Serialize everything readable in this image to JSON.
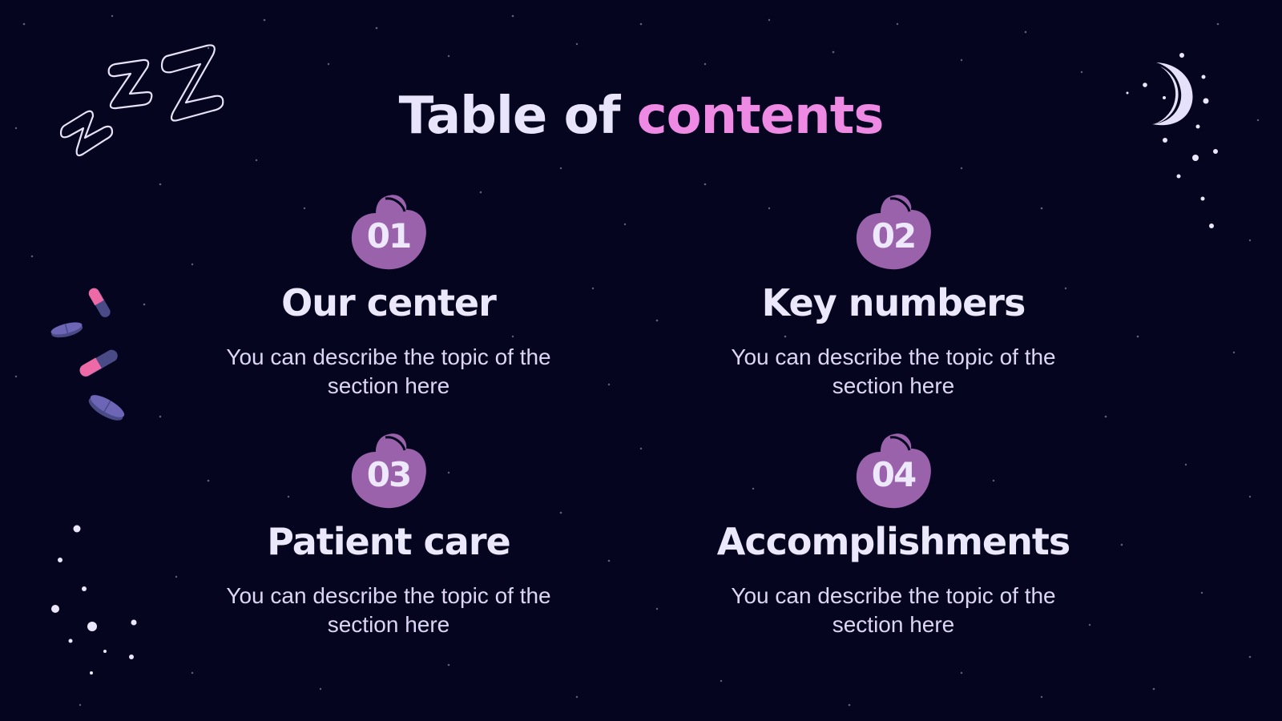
{
  "slide": {
    "title_main": "Table of",
    "title_accent": "contents",
    "colors": {
      "background": "#05051f",
      "text": "#e8e4fb",
      "accent": "#ee8ae4",
      "badge": "#9a62ab",
      "pill_pink": "#ee6aa7",
      "pill_purple": "#6d66b6"
    },
    "items": [
      {
        "number": "01",
        "title": "Our center",
        "description_line1": "You can describe the topic of the",
        "description_line2": "section here"
      },
      {
        "number": "02",
        "title": "Key numbers",
        "description_line1": "You can describe the topic of the",
        "description_line2": "section here"
      },
      {
        "number": "03",
        "title": "Patient care",
        "description_line1": "You can describe the topic of the",
        "description_line2": "section here"
      },
      {
        "number": "04",
        "title": "Accomplishments",
        "description_line1": "You can describe the topic of the",
        "description_line2": "section here"
      }
    ],
    "icons": [
      "zzz-sleep-icon",
      "crescent-moon-icon",
      "pills-icon",
      "stars-decoration"
    ]
  }
}
